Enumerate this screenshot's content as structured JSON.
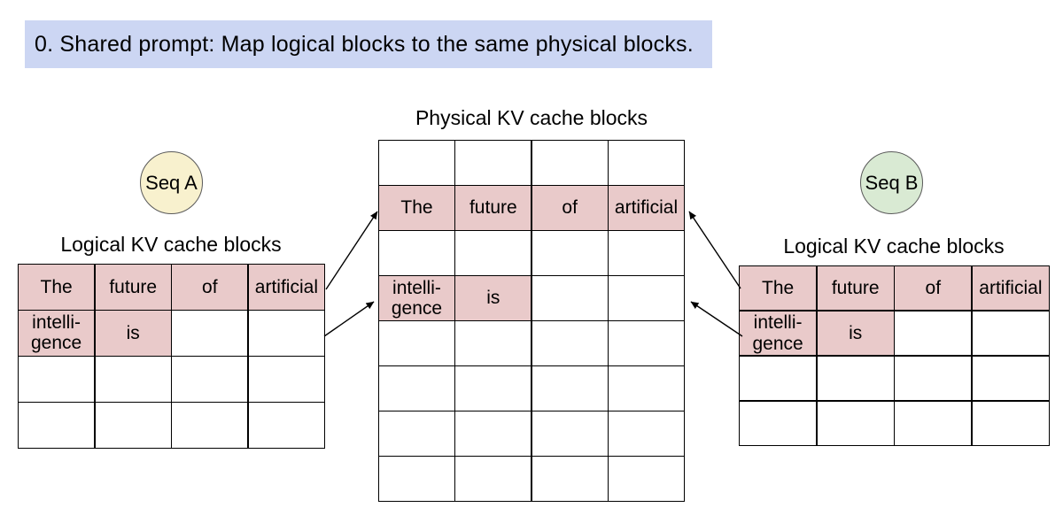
{
  "banner": {
    "text": "0. Shared prompt: Map logical blocks to the same physical blocks."
  },
  "colors": {
    "banner_bg": "#ccd6f3",
    "cell_highlight": "#e9caca",
    "seq_a_bg": "#f8f1ce",
    "seq_b_bg": "#d9ead3",
    "table_border": "#000000"
  },
  "seq_a": {
    "label": "Seq\nA"
  },
  "seq_b": {
    "label": "Seq\nB"
  },
  "physical_table": {
    "title": "Physical KV cache blocks",
    "rows": [
      [
        "",
        "",
        "",
        ""
      ],
      [
        "The",
        "future",
        "of",
        "artificial"
      ],
      [
        "",
        "",
        "",
        ""
      ],
      [
        "intelli-\ngence",
        "is",
        "",
        ""
      ],
      [
        "",
        "",
        "",
        ""
      ],
      [
        "",
        "",
        "",
        ""
      ],
      [
        "",
        "",
        "",
        ""
      ],
      [
        "",
        "",
        "",
        ""
      ]
    ]
  },
  "seq_a_table": {
    "title": "Logical KV cache blocks",
    "rows": [
      [
        "The",
        "future",
        "of",
        "artificial"
      ],
      [
        "intelli-\ngence",
        "is",
        "",
        ""
      ],
      [
        "",
        "",
        "",
        ""
      ],
      [
        "",
        "",
        "",
        ""
      ]
    ]
  },
  "seq_b_table": {
    "title": "Logical KV cache blocks",
    "rows": [
      [
        "The",
        "future",
        "of",
        "artificial"
      ],
      [
        "intelli-\ngence",
        "is",
        "",
        ""
      ],
      [
        "",
        "",
        "",
        ""
      ],
      [
        "",
        "",
        "",
        ""
      ]
    ]
  }
}
